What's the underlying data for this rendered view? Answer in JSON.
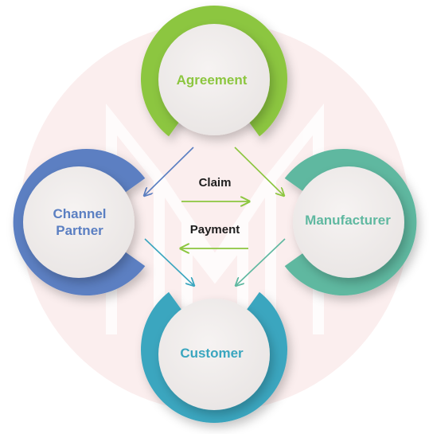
{
  "nodes": {
    "agreement": {
      "label": "Agreement",
      "color": "#8cc63f"
    },
    "channel_partner": {
      "label_line1": "Channel",
      "label_line2": "Partner",
      "color": "#5b7fc2"
    },
    "manufacturer": {
      "label": "Manufacturer",
      "color": "#5fb8a0"
    },
    "customer": {
      "label": "Customer",
      "color": "#3aa6bf"
    }
  },
  "flows": {
    "claim": {
      "label": "Claim",
      "color": "#8cc63f"
    },
    "payment": {
      "label": "Payment",
      "color": "#8cc63f"
    }
  },
  "colors": {
    "background_disc": "#fbeeee",
    "node_fill": "#f1eeed",
    "watermark": "#ffffff"
  }
}
